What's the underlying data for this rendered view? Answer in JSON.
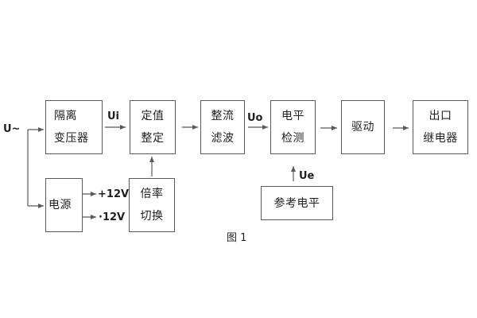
{
  "figure": {
    "caption": "图 1",
    "colors": {
      "line": "#595959",
      "text": "#1f1f1f",
      "background": "#ffffff"
    }
  },
  "signals": {
    "input": "U~",
    "ui": "Ui",
    "uo": "Uo",
    "ue": "Ue",
    "rail_pos": "+12V",
    "rail_neg": "·12V"
  },
  "blocks": {
    "isolation_transformer": {
      "line1": "隔离",
      "line2": "变压器"
    },
    "value_setting": {
      "line1": "定值",
      "line2": "整定"
    },
    "rectifier_filter": {
      "line1": "整流",
      "line2": "滤波"
    },
    "level_detector": {
      "line1": "电平",
      "line2": "检测"
    },
    "driver": {
      "label": "驱动"
    },
    "output_relay": {
      "line1": "出口",
      "line2": "继电器"
    },
    "power_supply": {
      "label": "电源"
    },
    "ratio_switch": {
      "line1": "倍率",
      "line2": "切换"
    },
    "reference_level": {
      "label": "参考电平"
    }
  }
}
